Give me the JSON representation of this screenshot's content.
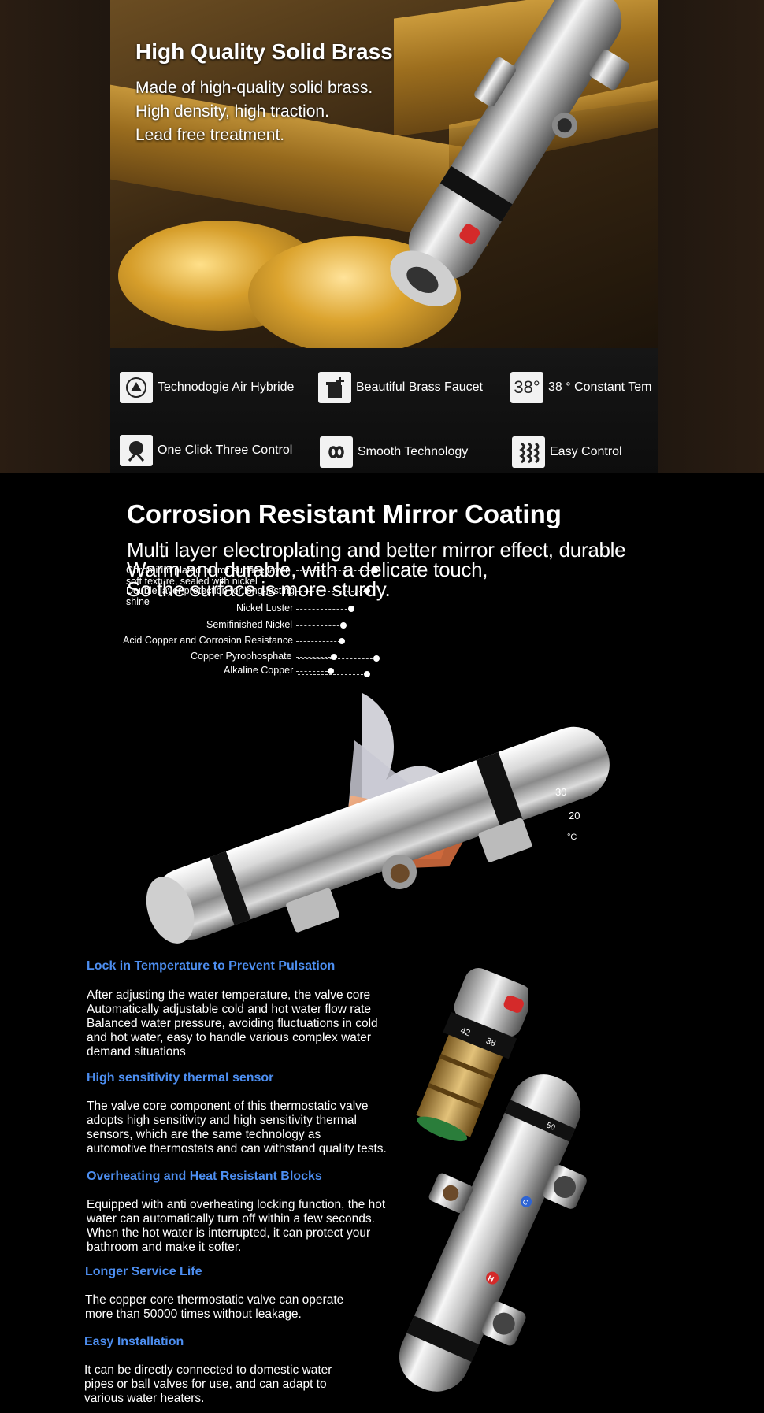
{
  "brass": {
    "title": "High Quality Solid Brass",
    "lines": [
      "Made of high-quality solid brass.",
      "High density, high traction.",
      "Lead free treatment."
    ]
  },
  "features": [
    {
      "label": "Technodogie Air Hybride",
      "icon": "air-hybrid-icon"
    },
    {
      "label": "Beautiful Brass Faucet",
      "icon": "faucet-icon"
    },
    {
      "label": "38 ° Constant Tem",
      "icon": "temperature-38-icon",
      "icon_text": "38°"
    },
    {
      "label": "One Click Three Control",
      "icon": "control-knob-icon"
    },
    {
      "label": "Smooth Technology",
      "icon": "infinity-icon"
    },
    {
      "label": "Easy Control",
      "icon": "wave-icon"
    }
  ],
  "coating": {
    "title": "Corrosion Resistant Mirror Coating",
    "lines": [
      "Multi layer electroplating and better mirror effect, durable",
      "Warm and durable, with a delicate touch,",
      "So the surface is more sturdy."
    ],
    "layers": [
      "Chromium plated mirror surface layer, soft texture, sealed with nickel",
      "Double layer protection for long-lasting shine",
      "Nickel Luster",
      "Semifinished Nickel",
      "Acid Copper and Corrosion Resistance",
      "Copper Pyrophosphate",
      "Alkaline Copper"
    ],
    "dial_marks": [
      "30",
      "20",
      "°C"
    ]
  },
  "benefits": [
    {
      "title": "Lock in Temperature to Prevent Pulsation",
      "lines": [
        "After adjusting the water temperature, the valve core",
        "Automatically adjustable cold and hot water flow rate",
        "Balanced water pressure, avoiding fluctuations in cold",
        "and hot water, easy to handle various complex water",
        "demand situations"
      ]
    },
    {
      "title": "High sensitivity thermal sensor",
      "lines": [
        "The valve core component of this thermostatic valve",
        "adopts high sensitivity and high sensitivity thermal",
        "sensors, which are the same technology as",
        "automotive thermostats and can withstand quality tests."
      ]
    },
    {
      "title": "Overheating and Heat Resistant Blocks",
      "lines": [
        "Equipped with anti overheating locking function, the hot",
        "water can automatically turn off within a few seconds.",
        "When the hot water is interrupted, it can protect your",
        "bathroom and make it softer."
      ]
    },
    {
      "title": "Longer Service Life",
      "lines": [
        "The copper core thermostatic valve can operate",
        "more than 50000 times without leakage."
      ]
    },
    {
      "title": "Easy Installation",
      "lines": [
        "It can be directly connected to domestic water",
        "pipes or ball valves for use, and can adapt to",
        "various water heaters."
      ]
    }
  ],
  "valve_marks": {
    "cartridge": [
      "42",
      "38"
    ],
    "hot": "H",
    "cold": "C",
    "top": "50"
  },
  "colors": {
    "accent_blue": "#4d8ef0",
    "hot_red": "#d42a2a"
  }
}
